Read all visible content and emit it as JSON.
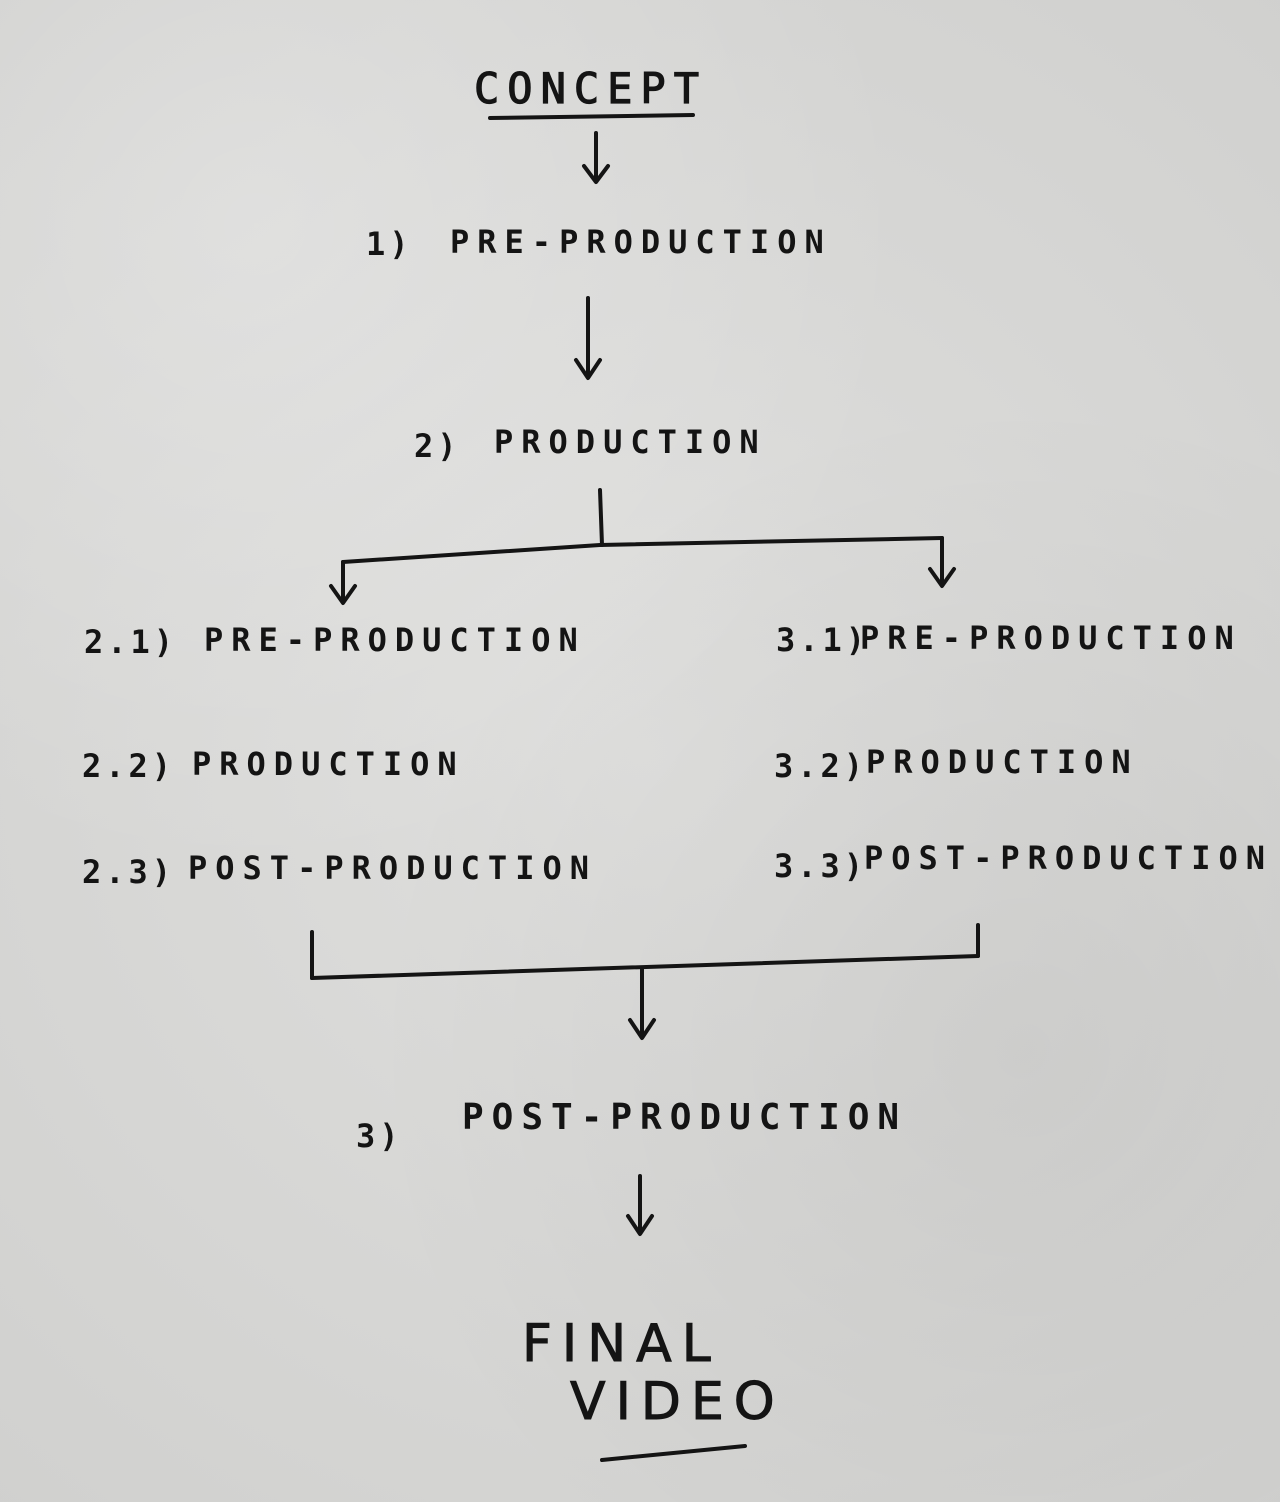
{
  "nodes": {
    "concept": "CONCEPT",
    "step1_num": "1)",
    "step1_label": "PRE-PRODUCTION",
    "step2_num": "2)",
    "step2_label": "PRODUCTION",
    "sub21_num": "2.1)",
    "sub21_label": "PRE-PRODUCTION",
    "sub22_num": "2.2)",
    "sub22_label": "PRODUCTION",
    "sub23_num": "2.3)",
    "sub23_label": "POST-PRODUCTION",
    "sub31_num": "3.1)",
    "sub31_label": "PRE-PRODUCTION",
    "sub32_num": "3.2)",
    "sub32_label": "PRODUCTION",
    "sub33_num": "3.3)",
    "sub33_label": "POST-PRODUCTION",
    "step3_num": "3)",
    "step3_label": "POST-PRODUCTION",
    "final_line1": "FINAL",
    "final_line2": "VIDEO"
  },
  "colors": {
    "ink": "#141414",
    "paper": "#d9d9d7"
  }
}
